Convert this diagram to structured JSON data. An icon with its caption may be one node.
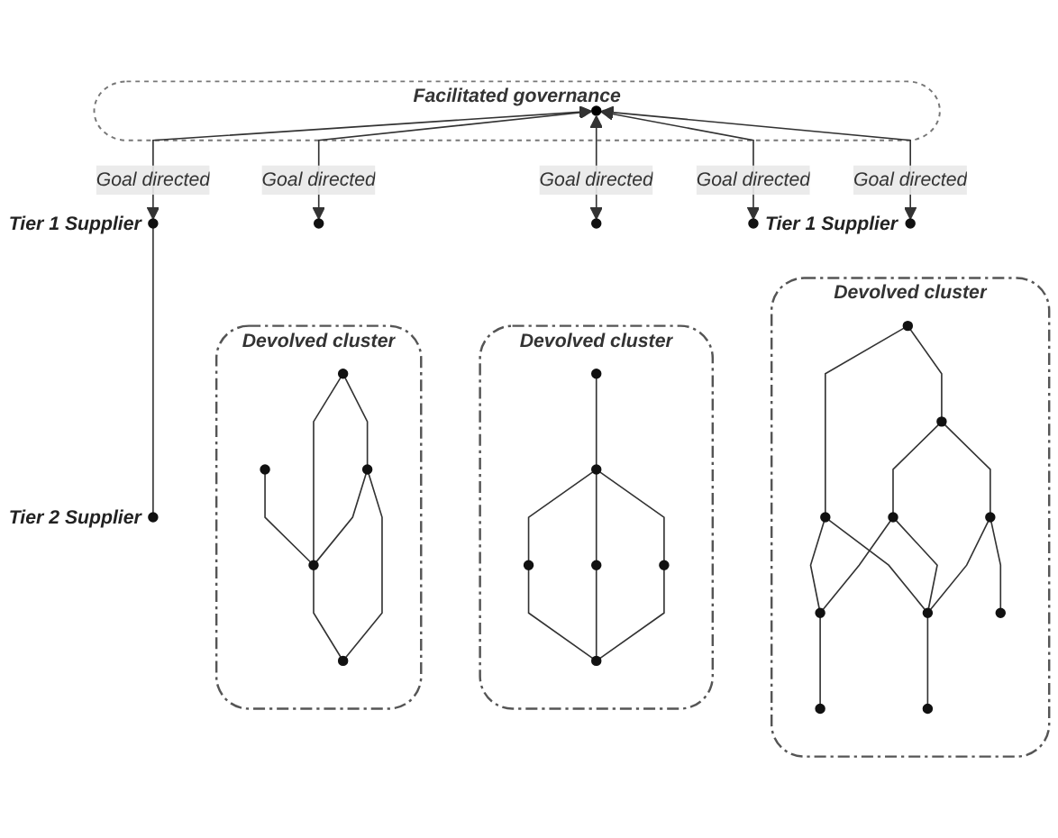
{
  "diagram": {
    "nodes": [
      {
        "text": [],
        "shape": "circle",
        "beside": [
          "Tier 2 Supplier"
        ]
      },
      {
        "text": [],
        "shape": "circle",
        "beside": [
          "Tier 1 Supplier"
        ]
      },
      {
        "text": [
          "Devolved cluster"
        ]
      },
      {
        "text": [],
        "shape": "circle",
        "in": 2
      },
      {
        "text": [],
        "shape": "circle",
        "in": 2
      },
      {
        "text": [],
        "shape": "circle",
        "in": 2
      },
      {
        "text": [],
        "shape": "circle",
        "in": 2
      },
      {
        "text": [],
        "shape": "circle",
        "in": 2
      },
      {
        "text": [],
        "shape": "circle"
      },
      {
        "text": [
          "Devolved cluster"
        ]
      },
      {
        "text": [],
        "shape": "circle",
        "in": 9
      },
      {
        "text": [],
        "shape": "circle",
        "in": 9
      },
      {
        "text": [],
        "shape": "circle",
        "in": 9
      },
      {
        "text": [],
        "shape": "circle",
        "in": 9
      },
      {
        "text": [],
        "shape": "circle",
        "in": 9
      },
      {
        "text": [],
        "shape": "circle",
        "in": 9
      },
      {
        "text": [],
        "shape": "circle"
      },
      {
        "text": [
          "Facilitated governance"
        ]
      },
      {
        "text": [],
        "shape": "circle",
        "in": 17
      },
      {
        "text": [],
        "shape": "circle",
        "beside": [
          "Tier 1 Supplier"
        ]
      },
      {
        "text": [],
        "shape": "circle"
      },
      {
        "text": [
          "Devolved cluster"
        ]
      },
      {
        "text": [],
        "shape": "circle",
        "in": 21
      },
      {
        "text": [],
        "shape": "circle",
        "in": 21
      },
      {
        "text": [],
        "shape": "circle",
        "in": 21
      },
      {
        "text": [],
        "shape": "circle",
        "in": 21
      },
      {
        "text": [],
        "shape": "circle",
        "in": 21
      },
      {
        "text": [],
        "shape": "circle",
        "in": 21
      },
      {
        "text": [],
        "shape": "circle",
        "in": 21
      },
      {
        "text": [],
        "shape": "circle",
        "in": 21
      },
      {
        "text": [],
        "shape": "circle",
        "in": 21
      },
      {
        "text": [],
        "shape": "circle",
        "in": 21
      }
    ],
    "edges": [
      {
        "from": 1,
        "to": 0,
        "arrow": "none"
      },
      {
        "from": 18,
        "to": 1,
        "arrow": "both",
        "label": "Goal directed"
      },
      {
        "from": 3,
        "to": 6,
        "arrow": "none"
      },
      {
        "from": 4,
        "to": 6,
        "arrow": "none"
      },
      {
        "from": 4,
        "to": 5,
        "arrow": "none"
      },
      {
        "from": 5,
        "to": 6,
        "arrow": "none"
      },
      {
        "from": 5,
        "to": 7,
        "arrow": "none"
      },
      {
        "from": 6,
        "to": 7,
        "arrow": "none"
      },
      {
        "from": 18,
        "to": 8,
        "arrow": "both",
        "label": "Goal directed"
      },
      {
        "from": 10,
        "to": 11,
        "arrow": "none"
      },
      {
        "from": 11,
        "to": 12,
        "arrow": "none"
      },
      {
        "from": 11,
        "to": 14,
        "arrow": "none"
      },
      {
        "from": 12,
        "to": 15,
        "arrow": "none"
      },
      {
        "from": 14,
        "to": 15,
        "arrow": "none"
      },
      {
        "from": 11,
        "to": 13,
        "arrow": "none"
      },
      {
        "from": 13,
        "to": 15,
        "arrow": "none"
      },
      {
        "from": 18,
        "to": 16,
        "arrow": "both",
        "label": "Goal directed"
      },
      {
        "from": 18,
        "to": 19,
        "arrow": "both",
        "label": "Goal directed"
      },
      {
        "from": 18,
        "to": 20,
        "arrow": "both",
        "label": "Goal directed"
      },
      {
        "from": 22,
        "to": 23,
        "arrow": "none"
      },
      {
        "from": 22,
        "to": 24,
        "arrow": "none"
      },
      {
        "from": 23,
        "to": 26,
        "arrow": "none"
      },
      {
        "from": 23,
        "to": 29,
        "arrow": "none"
      },
      {
        "from": 24,
        "to": 25,
        "arrow": "none"
      },
      {
        "from": 25,
        "to": 26,
        "arrow": "none"
      },
      {
        "from": 26,
        "to": 27,
        "arrow": "none"
      },
      {
        "from": 25,
        "to": 29,
        "arrow": "none"
      },
      {
        "from": 24,
        "to": 28,
        "arrow": "none"
      },
      {
        "from": 28,
        "to": 29,
        "arrow": "none"
      },
      {
        "from": 28,
        "to": 30,
        "arrow": "none"
      },
      {
        "from": 29,
        "to": 31,
        "arrow": "none"
      }
    ]
  }
}
